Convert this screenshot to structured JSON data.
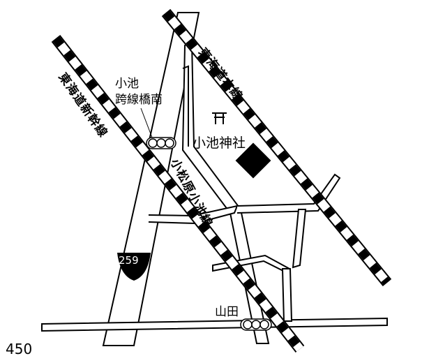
{
  "map": {
    "railways": [
      {
        "name": "東海道本線"
      },
      {
        "name": "東海道新幹線"
      }
    ],
    "roads": [
      {
        "name": "小松原小池線"
      }
    ],
    "route_shield": "259",
    "intersections": [
      {
        "name": "小池\n跨線橋南",
        "line1": "小池",
        "line2": "跨線橋南"
      },
      {
        "name": "山田"
      }
    ],
    "landmark": {
      "name": "小池神社",
      "icon": "torii-shrine-icon"
    },
    "page_number": "450",
    "colors": {
      "ink": "#000000",
      "background": "#ffffff"
    }
  }
}
